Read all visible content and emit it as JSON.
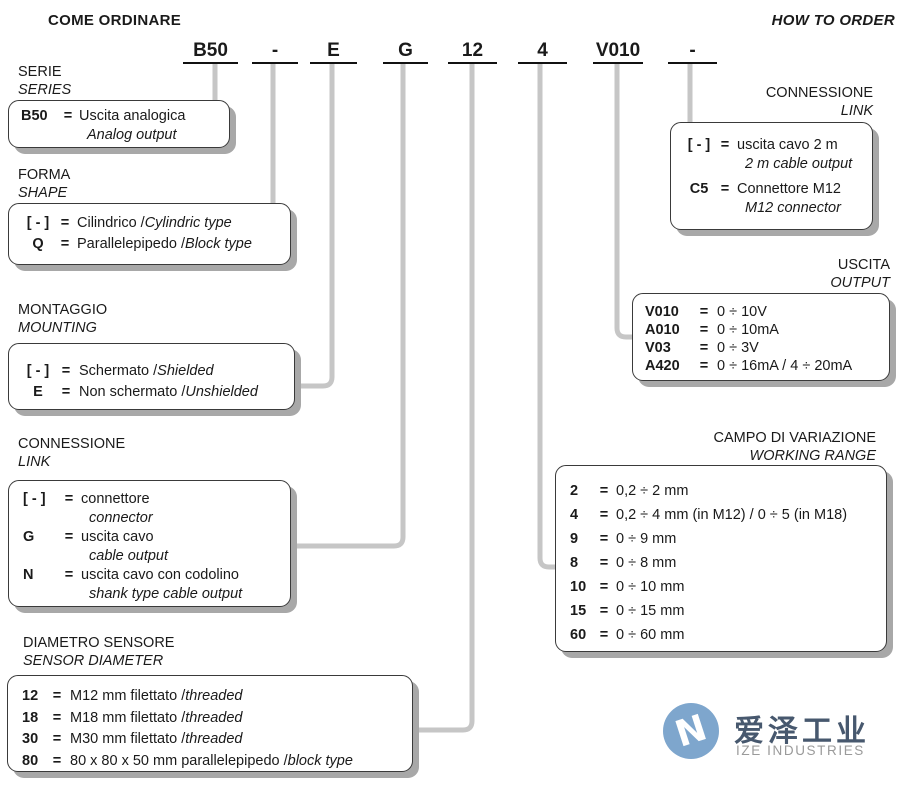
{
  "header": {
    "title_it": "COME ORDINARE",
    "title_en": "HOW TO ORDER"
  },
  "sym": {
    "eq": "="
  },
  "order_code": {
    "segments": [
      "B50",
      "-",
      "E",
      "G",
      "12",
      "4",
      "V010",
      "-"
    ]
  },
  "groups": {
    "series": {
      "label_it": "SERIE",
      "label_en": "SERIES",
      "options": [
        {
          "code": "B50",
          "it": "Uscita analogica",
          "en": "Analog output"
        }
      ]
    },
    "shape": {
      "label_it": "FORMA",
      "label_en": "SHAPE",
      "options": [
        {
          "code": "[ - ]",
          "it": "Cilindrico / ",
          "en": "Cylindric type"
        },
        {
          "code": "Q",
          "it": "Parallelepipedo / ",
          "en": "Block type"
        }
      ]
    },
    "mounting": {
      "label_it": "MONTAGGIO",
      "label_en": "MOUNTING",
      "options": [
        {
          "code": "[ - ]",
          "it": "Schermato / ",
          "en": "Shielded"
        },
        {
          "code": "E",
          "it": "Non schermato / ",
          "en": "Unshielded"
        }
      ]
    },
    "link_left": {
      "label_it": "CONNESSIONE",
      "label_en": "LINK",
      "options": [
        {
          "code": "[ - ]",
          "it": "connettore",
          "en": "connector"
        },
        {
          "code": "G",
          "it": "uscita cavo",
          "en": "cable output"
        },
        {
          "code": "N",
          "it": "uscita cavo con codolino",
          "en": "shank type cable output"
        }
      ]
    },
    "sensor_diameter": {
      "label_it": "DIAMETRO SENSORE",
      "label_en": "SENSOR DIAMETER",
      "options": [
        {
          "code": "12",
          "it": "M12 mm filettato / ",
          "en": "threaded"
        },
        {
          "code": "18",
          "it": "M18 mm filettato / ",
          "en": "threaded"
        },
        {
          "code": "30",
          "it": "M30 mm filettato / ",
          "en": "threaded"
        },
        {
          "code": "80",
          "it": "80 x 80 x 50 mm parallelepipedo / ",
          "en": "block type"
        }
      ]
    },
    "link_right": {
      "label_it": "CONNESSIONE",
      "label_en": "LINK",
      "options": [
        {
          "code": "[ - ]",
          "it": "uscita cavo 2 m",
          "en": "2 m cable output"
        },
        {
          "code": "C5",
          "it": "Connettore M12",
          "en": "M12 connector"
        }
      ]
    },
    "output": {
      "label_it": "USCITA",
      "label_en": "OUTPUT",
      "options": [
        {
          "code": "V010",
          "value": "0 ÷ 10V"
        },
        {
          "code": "A010",
          "value": "0 ÷ 10mA"
        },
        {
          "code": "V03",
          "value": "0 ÷ 3V"
        },
        {
          "code": "A420",
          "value": "0 ÷ 16mA / 4 ÷ 20mA"
        }
      ]
    },
    "working_range": {
      "label_it": "CAMPO DI VARIAZIONE",
      "label_en": "WORKING RANGE",
      "options": [
        {
          "code": "2",
          "value": "0,2 ÷ 2 mm"
        },
        {
          "code": "4",
          "value": "0,2 ÷ 4 mm (in M12) / 0 ÷ 5 (in M18)"
        },
        {
          "code": "9",
          "value": "0 ÷ 9 mm"
        },
        {
          "code": "8",
          "value": "0 ÷ 8 mm"
        },
        {
          "code": "10",
          "value": "0 ÷ 10 mm"
        },
        {
          "code": "15",
          "value": "0 ÷ 15 mm"
        },
        {
          "code": "60",
          "value": "0 ÷ 60 mm"
        }
      ]
    }
  },
  "logo": {
    "cn": "爱泽工业",
    "en": "IZE INDUSTRIES"
  },
  "colors": {
    "wire": "#c6c6c6",
    "box_border": "#3a3a3a",
    "box_shadow": "#a8a8a8",
    "logo_circle": "#7ea6cd",
    "logo_cn": "#47586e",
    "logo_en": "#9a9a9a"
  }
}
